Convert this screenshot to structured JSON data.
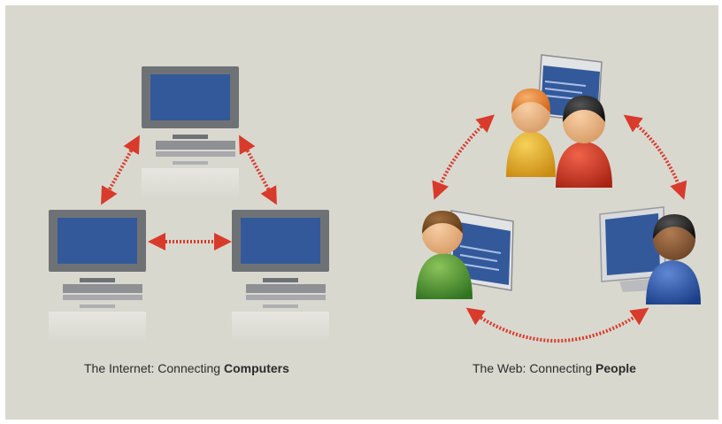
{
  "colors": {
    "background": "#d9d8cf",
    "monitor_frame": "#7b7d80",
    "monitor_screen": "#34599a",
    "arrow": "#d83a2c",
    "person_orange": "#e07a22",
    "person_yellow": "#e2a624",
    "person_red": "#c92f1e",
    "person_green": "#4c8f2f",
    "person_blue": "#264f9c"
  },
  "captions": {
    "internet_prefix": "The Internet: Connecting ",
    "internet_bold": "Computers",
    "web_prefix": "The Web: Connecting ",
    "web_bold": "People"
  },
  "icons": [
    "computer-monitor-icon",
    "person-icon",
    "bidirectional-arrow-icon",
    "browser-window-icon"
  ]
}
